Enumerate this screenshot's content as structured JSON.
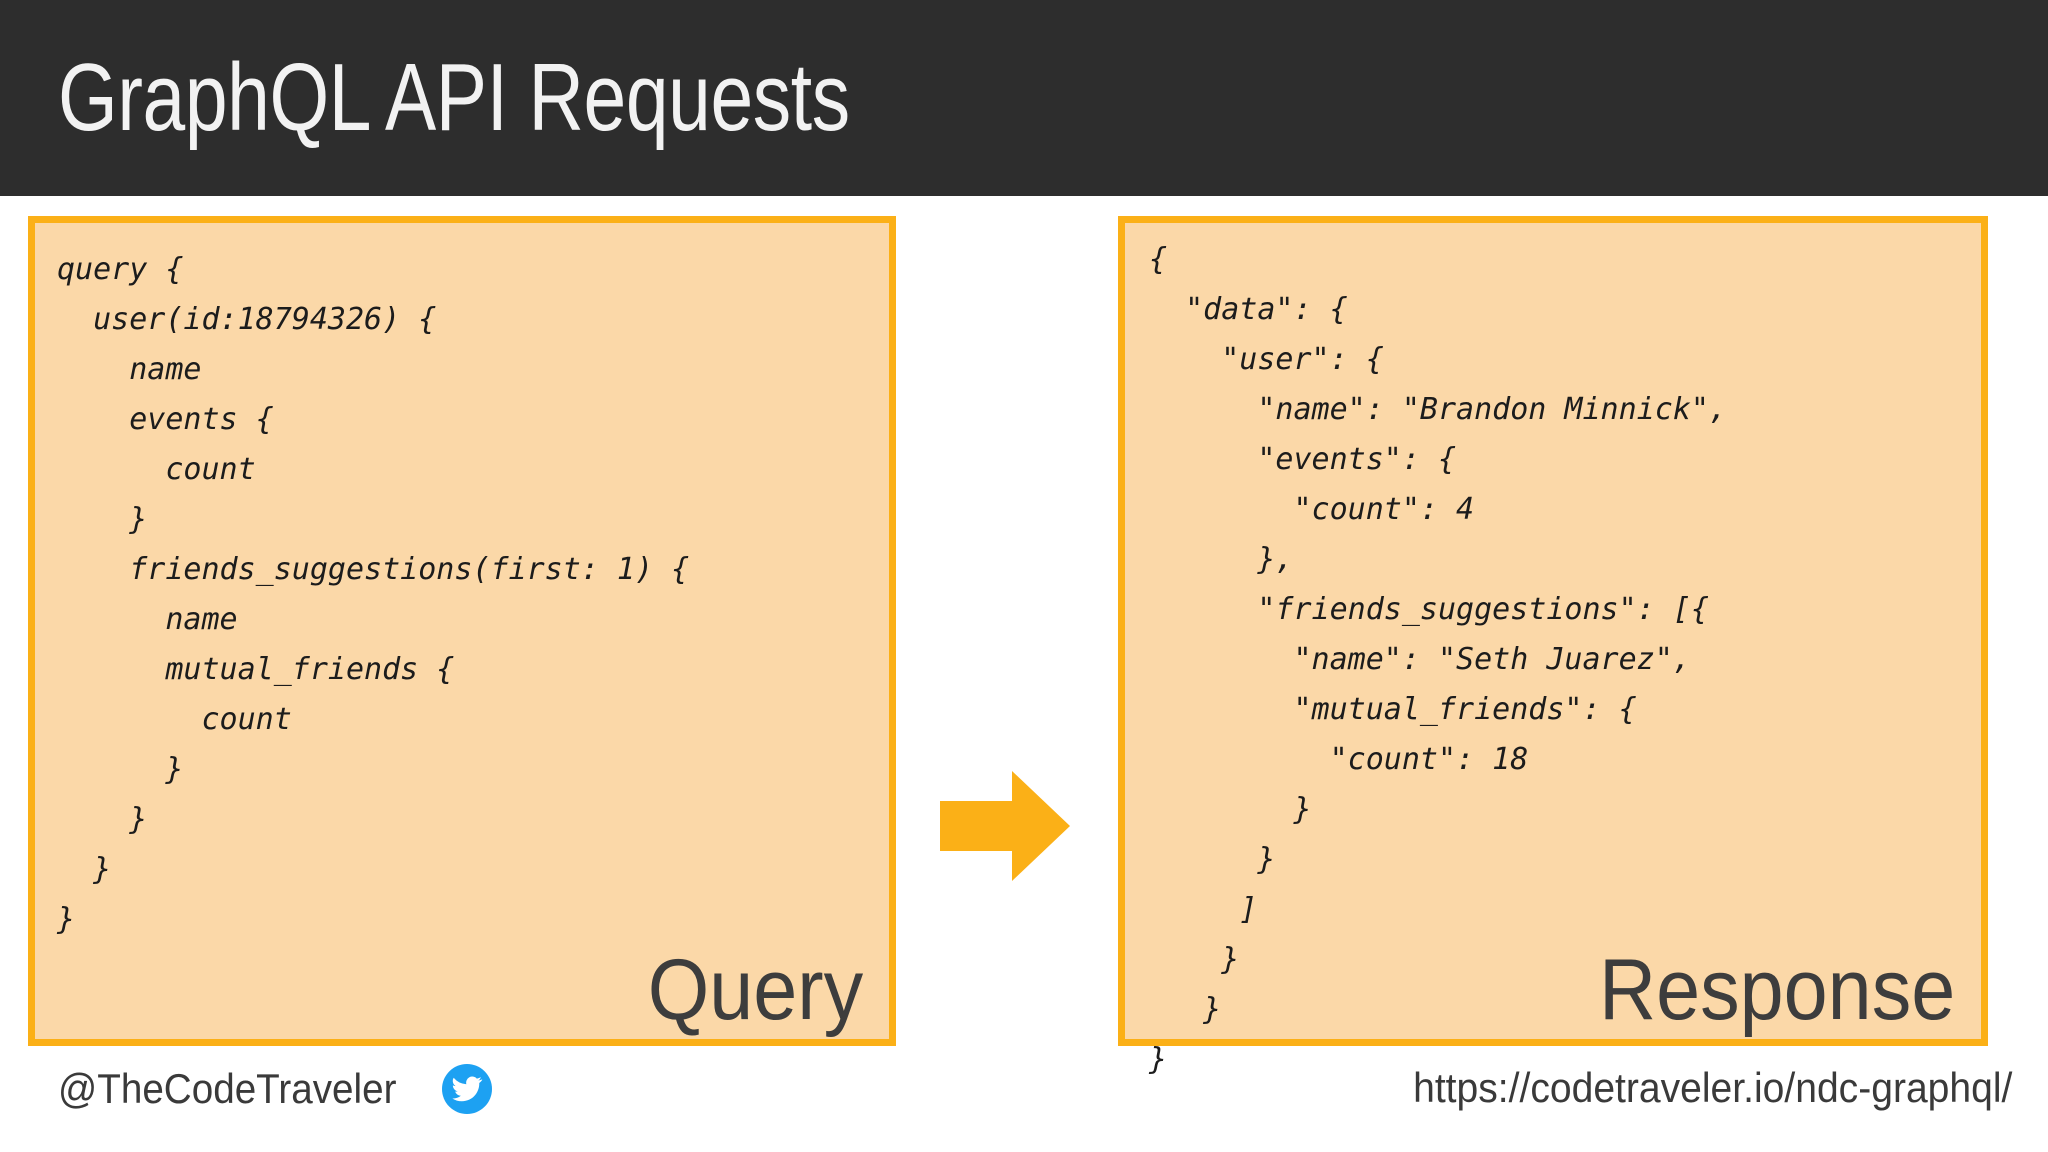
{
  "header": {
    "title": "GraphQL API Requests",
    "background_color": "#2d2d2d",
    "text_color": "#f2f2f2"
  },
  "theme": {
    "panel_fill": "#fbd8a8",
    "panel_border": "#fbb017",
    "arrow_color": "#fbb017",
    "accent_twitter": "#1da1f2",
    "page_background": "#ffffff"
  },
  "query_panel": {
    "caption": "Query",
    "code": "query {\n  user(id:18794326) {\n    name\n    events {\n      count\n    }\n    friends_suggestions(first: 1) {\n      name\n      mutual_friends {\n        count\n      }\n    }\n  }\n}"
  },
  "response_panel": {
    "caption": "Response",
    "code": "{\n  \"data\": {\n    \"user\": {\n      \"name\": \"Brandon Minnick\",\n      \"events\": {\n        \"count\": 4\n      },\n      \"friends_suggestions\": [{\n        \"name\": \"Seth Juarez\",\n        \"mutual_friends\": {\n          \"count\": 18\n        }\n      }\n     ]\n    }\n   }\n}"
  },
  "arrow": {
    "icon": "arrow-right-icon",
    "direction": "right"
  },
  "footer": {
    "handle": "@TheCodeTraveler",
    "social_icon": "twitter-bird-icon",
    "url": "https://codetraveler.io/ndc-graphql/"
  }
}
